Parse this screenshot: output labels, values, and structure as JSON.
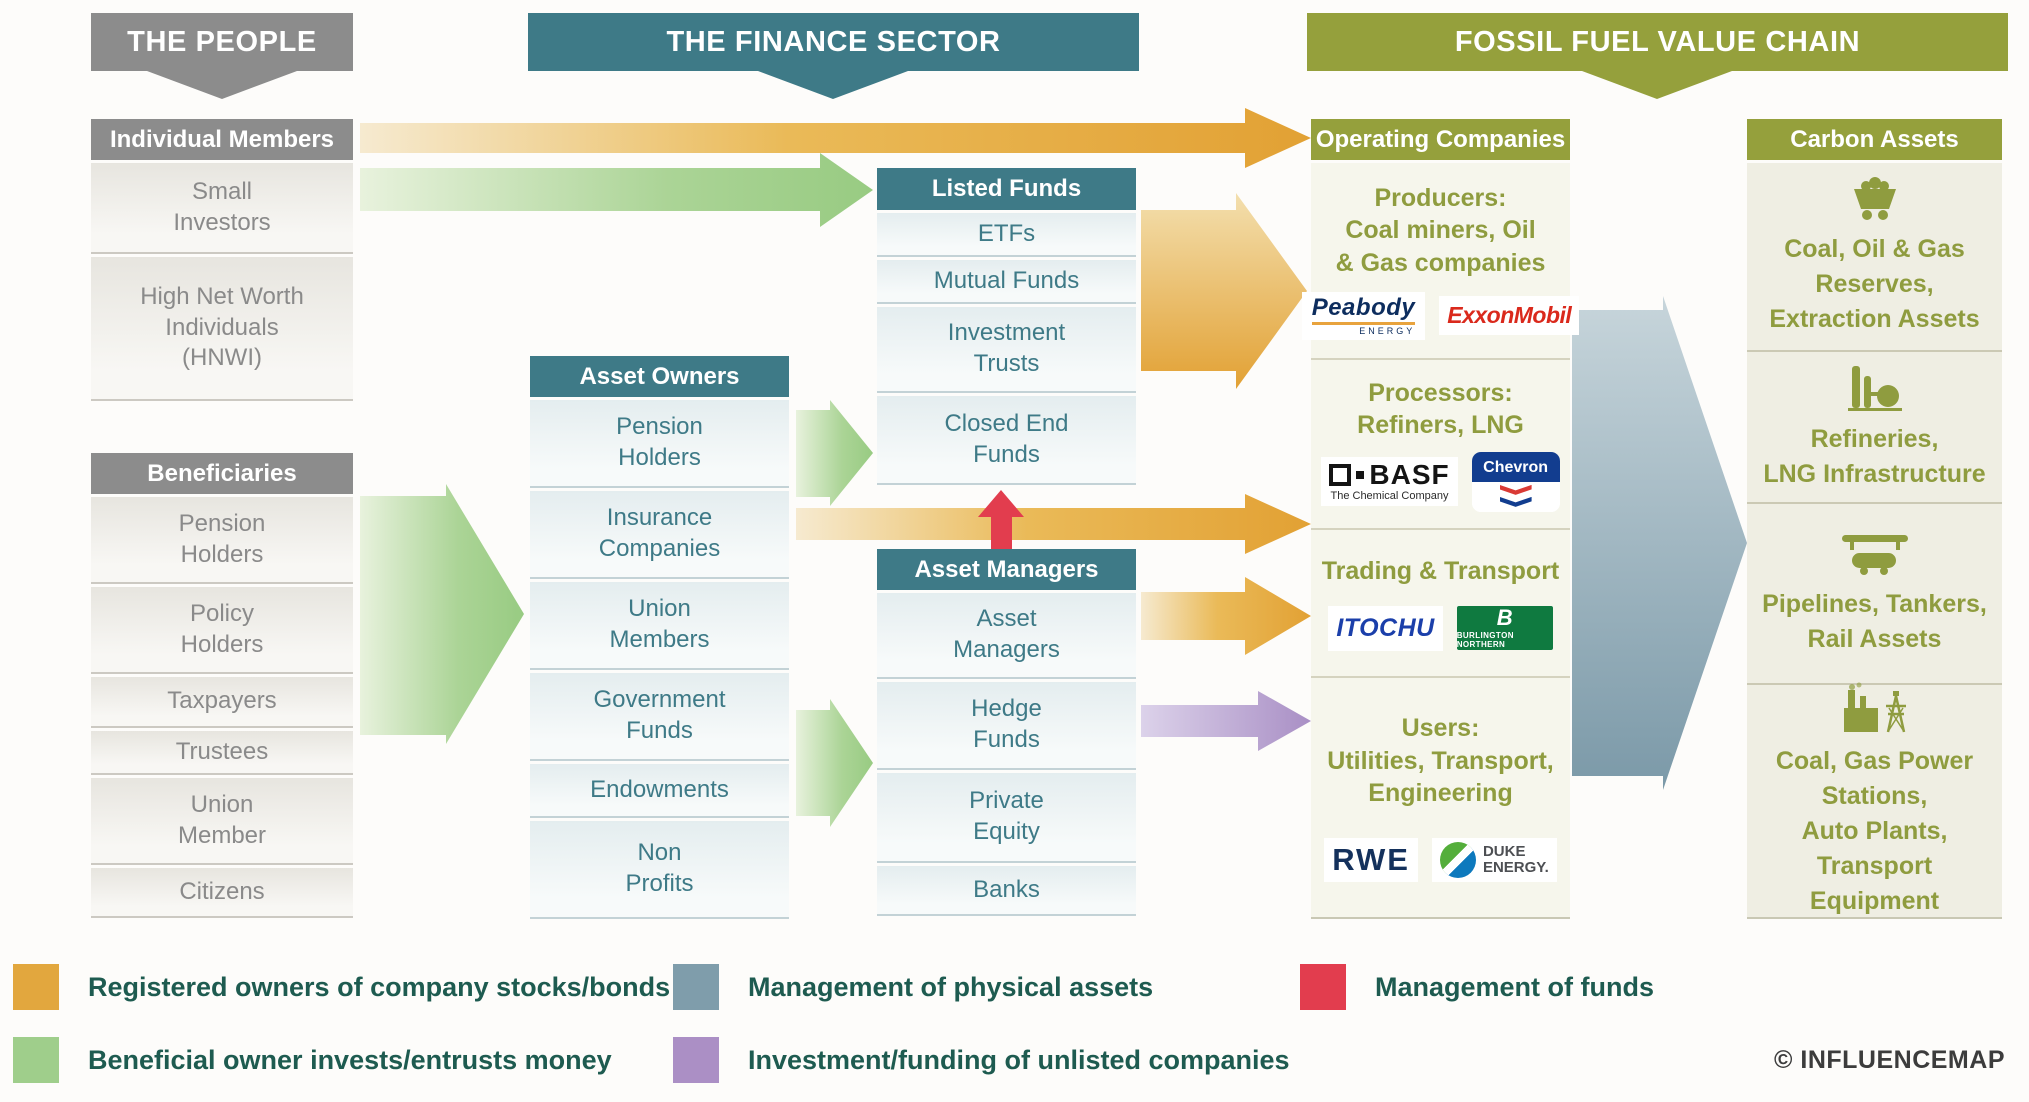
{
  "banners": {
    "people": {
      "label": "THE PEOPLE"
    },
    "finance": {
      "label": "THE FINANCE SECTOR"
    },
    "fossil": {
      "label": "FOSSIL FUEL VALUE CHAIN"
    }
  },
  "colors": {
    "people_gray": "#8c8c8c",
    "finance_teal": "#3e7a87",
    "fossil_olive": "#95a03c"
  },
  "people": {
    "individual_members": {
      "title": "Individual Members",
      "items": [
        "Small\nInvestors",
        "High Net Worth\nIndividuals\n(HNWI)"
      ]
    },
    "beneficiaries": {
      "title": "Beneficiaries",
      "items": [
        "Pension\nHolders",
        "Policy\nHolders",
        "Taxpayers",
        "Trustees",
        "Union\nMember",
        "Citizens"
      ]
    }
  },
  "finance": {
    "asset_owners": {
      "title": "Asset Owners",
      "items": [
        "Pension\nHolders",
        "Insurance\nCompanies",
        "Union\nMembers",
        "Government\nFunds",
        "Endowments",
        "Non\nProfits"
      ]
    },
    "listed_funds": {
      "title": "Listed Funds",
      "items": [
        "ETFs",
        "Mutual Funds",
        "Investment\nTrusts",
        "Closed End\nFunds"
      ]
    },
    "asset_managers": {
      "title": "Asset Managers",
      "items": [
        "Asset\nManagers",
        "Hedge\nFunds",
        "Private\nEquity",
        "Banks"
      ]
    }
  },
  "operating_companies": {
    "title": "Operating Companies",
    "sections": [
      {
        "text": "Producers:\nCoal miners, Oil\n& Gas companies",
        "logos": {
          "peabody": {
            "name": "Peabody",
            "sub": "ENERGY"
          },
          "exxon": {
            "name": "ExxonMobil"
          }
        }
      },
      {
        "text": "Processors:\nRefiners, LNG",
        "logos": {
          "basf": {
            "name": "BASF",
            "sub": "The Chemical Company"
          },
          "chevron": {
            "name": "Chevron"
          }
        }
      },
      {
        "text": "Trading & Transport",
        "logos": {
          "itochu": {
            "name": "ITOCHU"
          },
          "bn": {
            "mark": "B",
            "name": "BURLINGTON NORTHERN"
          }
        }
      },
      {
        "text": "Users:\nUtilities, Transport,\nEngineering",
        "logos": {
          "rwe": {
            "name": "RWE"
          },
          "duke": {
            "name": "DUKE\nENERGY."
          }
        }
      }
    ]
  },
  "carbon_assets": {
    "title": "Carbon Assets",
    "sections": [
      {
        "icon": "mine-cart-icon",
        "text": "Coal, Oil & Gas\nReserves,\nExtraction Assets"
      },
      {
        "icon": "refinery-icon",
        "text": "Refineries,\nLNG Infrastructure"
      },
      {
        "icon": "pipeline-tanker-icon",
        "text": "Pipelines, Tankers,\nRail Assets"
      },
      {
        "icon": "power-station-icon",
        "text": "Coal, Gas Power\nStations,\nAuto Plants,\nTransport Equipment"
      }
    ]
  },
  "legend": {
    "items": [
      {
        "key": "registered-owners",
        "color": "#e2a73e",
        "label": "Registered owners of company stocks/bonds"
      },
      {
        "key": "beneficial-owner",
        "color": "#9fce8b",
        "label": "Beneficial owner invests/entrusts money"
      },
      {
        "key": "physical-assets",
        "color": "#7f9dab",
        "label": "Management of physical assets"
      },
      {
        "key": "unlisted-companies",
        "color": "#ab8fc5",
        "label": "Investment/funding of unlisted companies"
      },
      {
        "key": "management-funds",
        "color": "#e23d4e",
        "label": "Management of funds"
      }
    ]
  },
  "credit": "© INFLUENCEMAP"
}
